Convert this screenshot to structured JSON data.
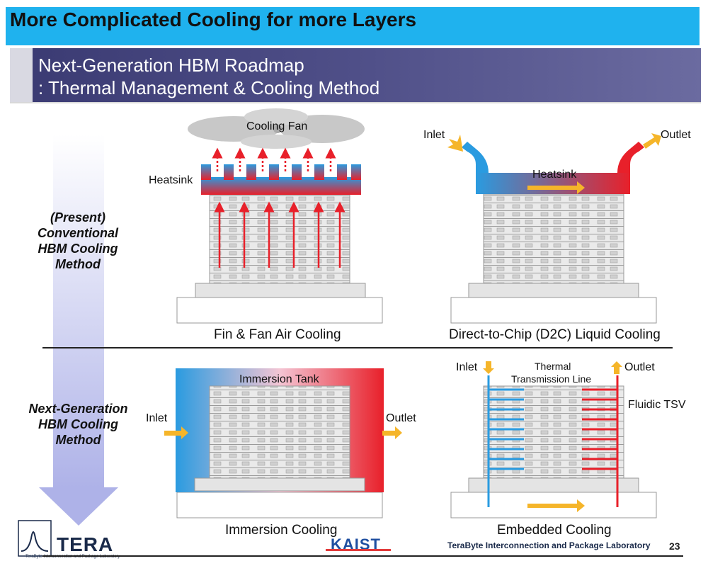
{
  "header": {
    "title": "More Complicated Cooling for more Layers"
  },
  "subheader": {
    "line1": "Next-Generation HBM Roadmap",
    "line2": ": Thermal Management & Cooling Method"
  },
  "side_labels": {
    "present": [
      "(Present)",
      "Conventional",
      "HBM Cooling",
      "Method"
    ],
    "next": [
      "Next-Generation",
      "HBM Cooling",
      "Method"
    ]
  },
  "panels": {
    "fin_fan": {
      "cooling_fan": "Cooling Fan",
      "heatsink": "Heatsink",
      "caption": "Fin & Fan Air Cooling"
    },
    "d2c": {
      "inlet": "Inlet",
      "outlet": "Outlet",
      "heatsink": "Heatsink",
      "caption": "Direct-to-Chip (D2C) Liquid Cooling"
    },
    "immersion": {
      "tank": "Immersion Tank",
      "inlet": "Inlet",
      "outlet": "Outlet",
      "caption": "Immersion Cooling"
    },
    "embedded": {
      "inlet": "Inlet",
      "thermal_line1": "Thermal",
      "thermal_line2": "Transmission Line",
      "outlet": "Outlet",
      "fluidic_tsv": "Fluidic TSV",
      "caption": "Embedded Cooling"
    }
  },
  "footer": {
    "logo_text": "TERA",
    "logo_subtext": "TeraByte Interconnection and Package Laboratory",
    "kaist": "KAIST",
    "lab": "TeraByte Interconnection and Package Laboratory",
    "page": "23"
  },
  "colors": {
    "title_bar": "#1fb2ee",
    "subheader": "#4f4f88",
    "hot": "#e8202a",
    "cold": "#2a9be0",
    "flow_arrow": "#f5b52a"
  }
}
